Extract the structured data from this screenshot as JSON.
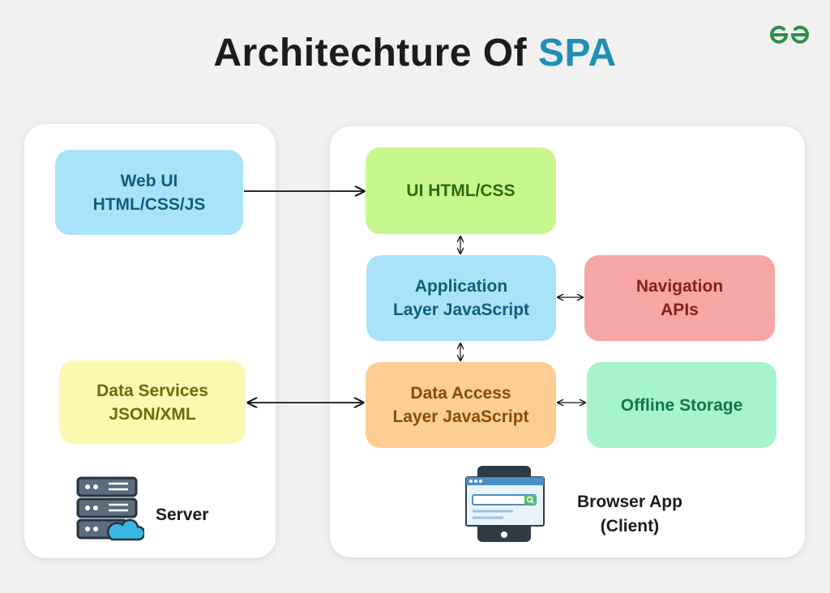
{
  "title": {
    "main": "Architechture Of",
    "accent": "SPA"
  },
  "nodes": {
    "web_ui": "Web UI\nHTML/CSS/JS",
    "ui_html_css": "UI HTML/CSS",
    "application_layer": "Application\nLayer JavaScript",
    "navigation_apis": "Navigation\nAPIs",
    "data_services": "Data Services\nJSON/XML",
    "data_access_layer": "Data Access\nLayer JavaScript",
    "offline_storage": "Offline Storage"
  },
  "labels": {
    "server": "Server",
    "client": "Browser App\n(Client)"
  },
  "icons": [
    "geeksforgeeks-logo",
    "server-cloud-icon",
    "tablet-browser-icon"
  ],
  "colors": {
    "accent": "#1f8fb5",
    "brand_green": "#2f8d46"
  }
}
